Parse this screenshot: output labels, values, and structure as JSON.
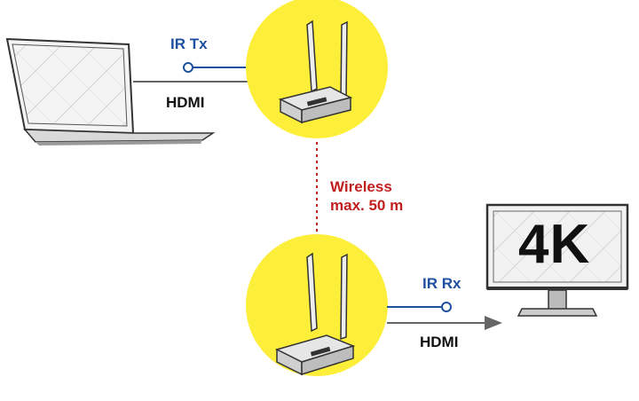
{
  "transmitter": {
    "ir_label": "IR Tx",
    "hdmi_label": "HDMI"
  },
  "receiver": {
    "ir_label": "IR Rx",
    "hdmi_label": "HDMI"
  },
  "link": {
    "line1": "Wireless",
    "line2": "max. 50 m"
  },
  "monitor": {
    "resolution_label": "4K"
  },
  "colors": {
    "circle": "#fdee3a",
    "ir_line": "#1f4fa0",
    "link_line": "#c0201e",
    "cable": "#666666"
  },
  "icons": [
    "laptop-icon",
    "transmitter-device-icon",
    "receiver-device-icon",
    "monitor-icon"
  ]
}
